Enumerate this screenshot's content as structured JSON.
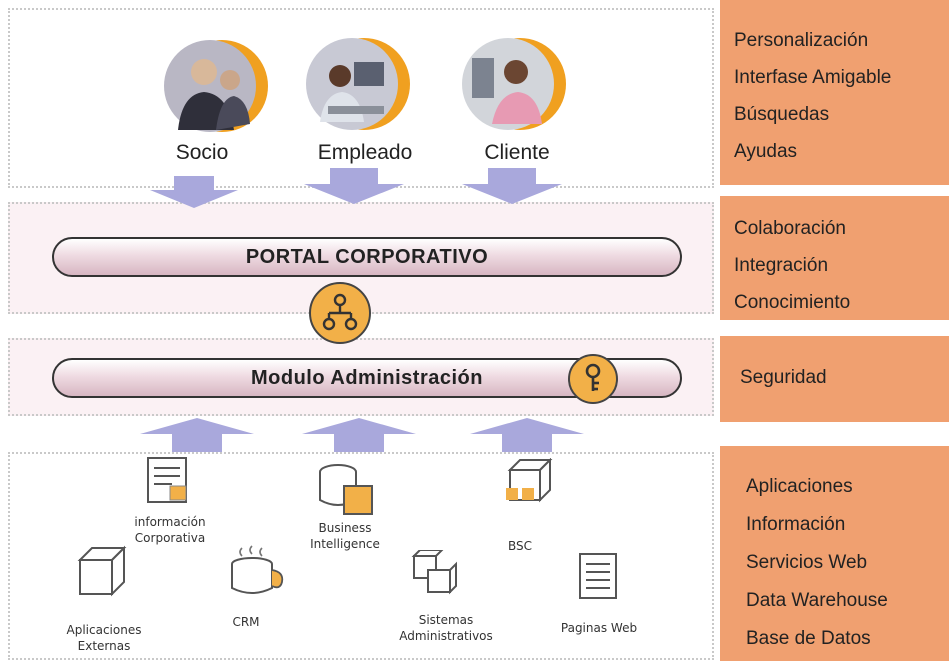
{
  "users": {
    "socio": "Socio",
    "empleado": "Empleado",
    "cliente": "Cliente"
  },
  "portal": {
    "label": "PORTAL CORPORATIVO"
  },
  "modulo": {
    "label": "Modulo Administración"
  },
  "side": {
    "block1": [
      "Personalización",
      "Interfase Amigable",
      "Búsquedas",
      "Ayudas"
    ],
    "block2": [
      "Colaboración",
      "Integración",
      "Conocimiento"
    ],
    "block3": [
      "Seguridad"
    ],
    "block4": [
      "Aplicaciones",
      "Información",
      "Servicios Web",
      "Data Warehouse",
      "Base de Datos"
    ]
  },
  "sources": {
    "info_corp_1": "información",
    "info_corp_2": "Corporativa",
    "bi_1": "Business",
    "bi_2": "Intelligence",
    "bsc": "BSC",
    "apps_ext_1": "Aplicaciones",
    "apps_ext_2": "Externas",
    "crm": "CRM",
    "sis_adm_1": "Sistemas",
    "sis_adm_2": "Administrativos",
    "paginas_web": "Paginas Web"
  },
  "colors": {
    "side_panel": "#f0a070",
    "arrow": "#a9a8dc",
    "icon_orange": "#f2b048",
    "pill_pink": "#d7b6c2"
  },
  "icons": [
    "org-chart-icon",
    "key-icon",
    "document-icon",
    "database-icon",
    "box-icon",
    "cube-icon",
    "cup-icon",
    "stacked-cubes-icon",
    "list-page-icon"
  ]
}
